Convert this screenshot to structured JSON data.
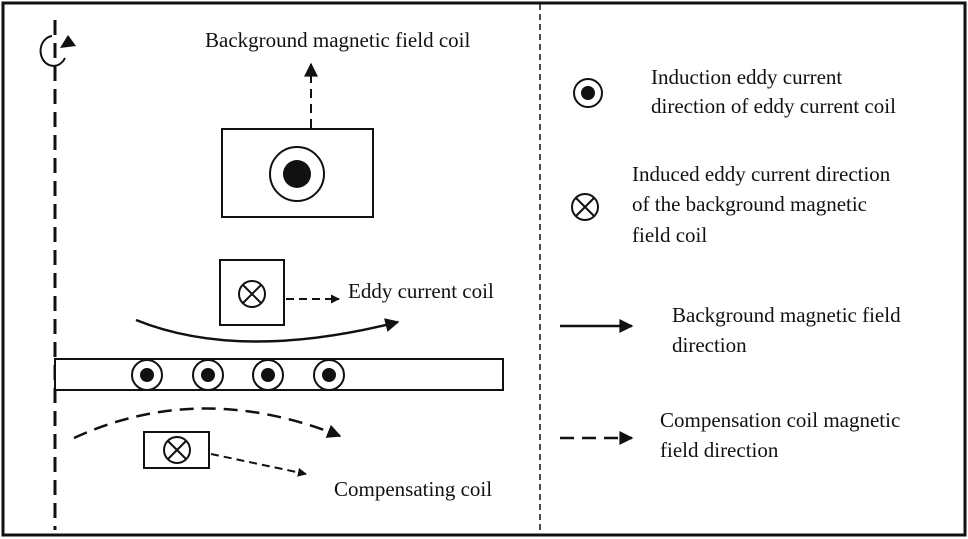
{
  "colors": {
    "ink": "#111111",
    "background": "#ffffff"
  },
  "diagram": {
    "labels": {
      "background_coil": "Background magnetic field coil",
      "eddy_coil": "Eddy current coil",
      "compensating_coil": "Compensating coil"
    }
  },
  "legend": {
    "eddy_current_dot": {
      "icon": "dot-circle-icon",
      "line1": "Induction eddy current",
      "line2": "direction of eddy current coil"
    },
    "background_cross": {
      "icon": "cross-circle-icon",
      "line1": "Induced eddy current direction",
      "line2": "of the background magnetic",
      "line3": "field coil"
    },
    "background_field_arrow": {
      "icon": "solid-arrow-icon",
      "line1": "Background magnetic field",
      "line2": "direction"
    },
    "compensation_field_arrow": {
      "icon": "dashed-arrow-icon",
      "line1": "Compensation coil magnetic",
      "line2": "field direction"
    }
  }
}
